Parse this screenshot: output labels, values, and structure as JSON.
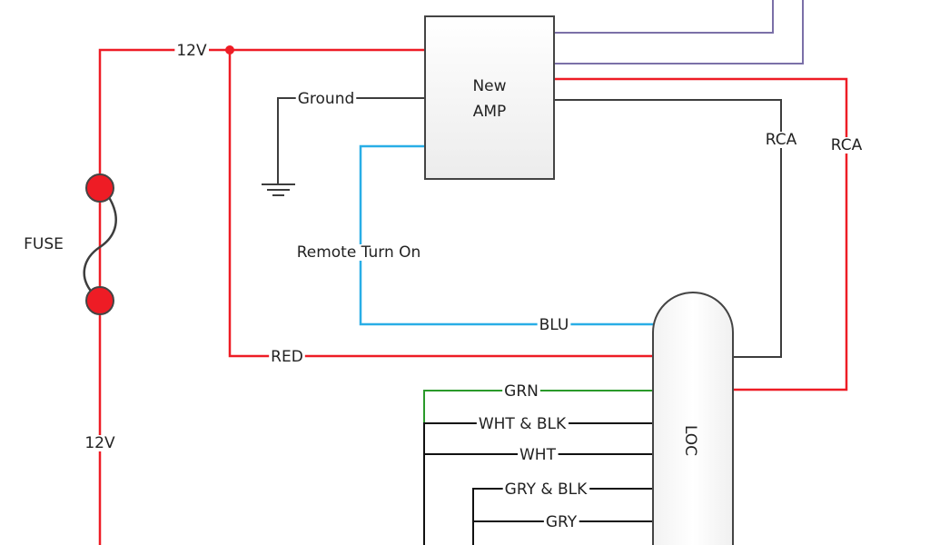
{
  "colors": {
    "power": "#ee1c25",
    "ground": "#3d3d3d",
    "remote": "#29aee6",
    "speaker": "#7b70a8",
    "green": "#2a9a2a",
    "signal": "#111111",
    "box_stroke": "#444444"
  },
  "components": {
    "amp": {
      "line1": "New",
      "line2": "AMP"
    },
    "loc": {
      "label": "LOC"
    },
    "fuse": {
      "label": "FUSE"
    },
    "ground_symbol": {
      "label": "ground-symbol"
    }
  },
  "wire_labels": {
    "v12_top": "12V",
    "v12_bottom": "12V",
    "ground": "Ground",
    "remote": "Remote Turn On",
    "blu": "BLU",
    "red": "RED",
    "rca1": "RCA",
    "rca2": "RCA",
    "grn": "GRN",
    "wht_blk": "WHT & BLK",
    "wht": "WHT",
    "gry_blk": "GRY & BLK",
    "gry": "GRY"
  }
}
